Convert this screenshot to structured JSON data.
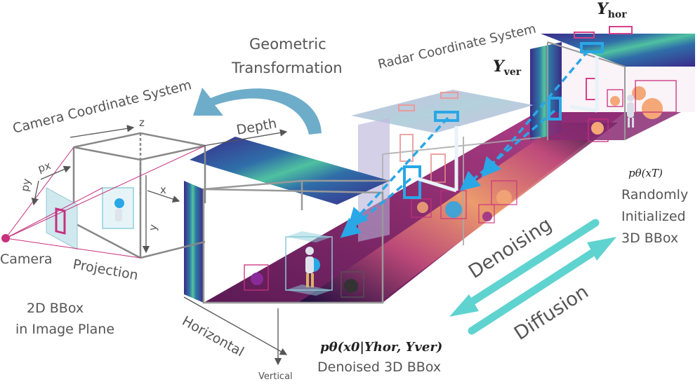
{
  "labels": {
    "camera_coordinate_system": "Camera Coordinate System",
    "geometric_transformation_line1": "Geometric",
    "geometric_transformation_line2": "Transformation",
    "radar_coordinate_system": "Radar Coordinate System",
    "y_hor": "Y",
    "y_hor_sub": "hor",
    "y_ver": "Y",
    "y_ver_sub": "ver",
    "depth": "Depth",
    "axis_z": "z",
    "axis_x": "x",
    "axis_y": "y",
    "axis_px": "px",
    "axis_py": "py",
    "camera": "Camera",
    "projection": "Projection",
    "bbox_2d_line1": "2D BBox",
    "bbox_2d_line2": "in Image Plane",
    "horizontal": "Horizontal",
    "vertical": "Vertical",
    "p_theta_xT": "pθ(xT)",
    "randomly_line1": "Randomly",
    "randomly_line2": "Initialized",
    "randomly_line3": "3D BBox",
    "denoising": "Denoising",
    "diffusion": "Diffusion",
    "p_theta_x0": "pθ(x0|Yhor, Yver)",
    "denoised_3d_bbox": "Denoised 3D BBox"
  },
  "colors": {
    "teal_arrow": "#5fd3cf",
    "dashed_arrow": "#29a7e6",
    "magenta_bbox": "#c8307e",
    "cube_edge": "#888888",
    "floor_dark": "#6b1e5f"
  }
}
